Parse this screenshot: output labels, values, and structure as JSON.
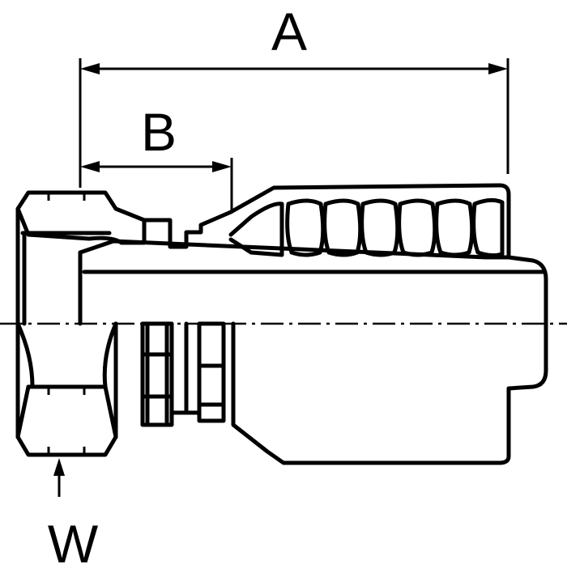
{
  "labels": {
    "dimension_a": "A",
    "dimension_b": "B",
    "dimension_w": "W"
  },
  "colors": {
    "line": "#000000",
    "background": "#ffffff"
  }
}
